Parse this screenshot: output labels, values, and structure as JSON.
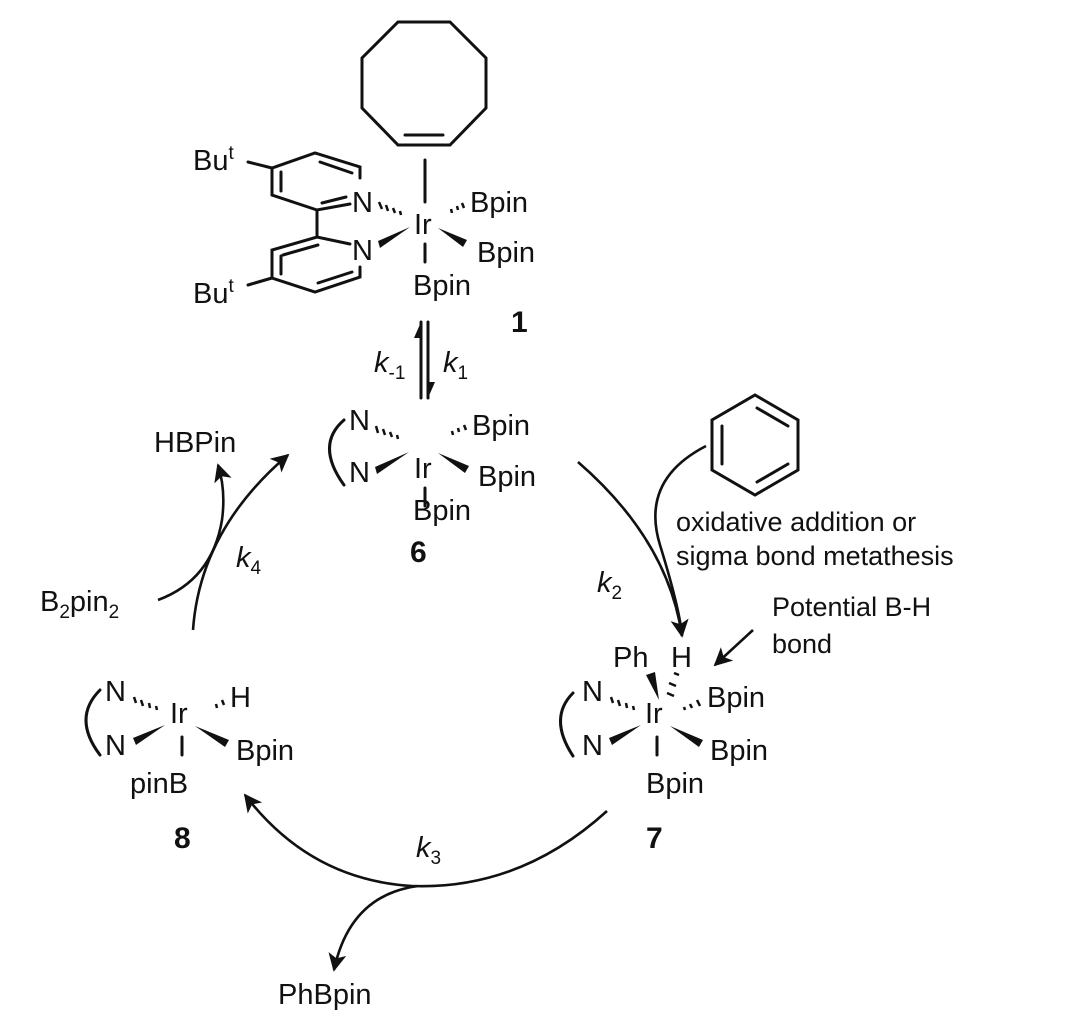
{
  "complex1": {
    "label": "1",
    "metal": "Ir",
    "n_top": "N",
    "n_bottom": "N",
    "bpin_1": "Bpin",
    "bpin_2": "Bpin",
    "bpin_3": "Bpin",
    "but_top": "Bu",
    "but_top_sup": "t",
    "but_bottom": "Bu",
    "but_bottom_sup": "t"
  },
  "equilibrium": {
    "k_minus1": "k",
    "k_minus1_sub": "-1",
    "k1": "k",
    "k1_sub": "1"
  },
  "complex6": {
    "label": "6",
    "metal": "Ir",
    "n_top": "N",
    "n_bottom": "N",
    "bpin_1": "Bpin",
    "bpin_2": "Bpin",
    "bpin_3": "Bpin"
  },
  "complex7": {
    "label": "7",
    "metal": "Ir",
    "n_top": "N",
    "n_bottom": "N",
    "ph": "Ph",
    "h": "H",
    "bpin_1": "Bpin",
    "bpin_2": "Bpin",
    "bpin_3": "Bpin"
  },
  "complex8": {
    "label": "8",
    "metal": "Ir",
    "n_top": "N",
    "n_bottom": "N",
    "h": "H",
    "bpin": "Bpin",
    "pinb": "pinB"
  },
  "steps": {
    "k2": "k",
    "k2_sub": "2",
    "k3": "k",
    "k3_sub": "3",
    "k4": "k",
    "k4_sub": "4"
  },
  "reagents": {
    "hbpin": "HBPin",
    "b2pin2_a": "B",
    "b2pin2_sub1": "2",
    "b2pin2_b": "pin",
    "b2pin2_sub2": "2",
    "phbpin": "PhBpin"
  },
  "annotations": {
    "oxidative_line1": "oxidative addition or",
    "oxidative_line2": "sigma bond metathesis",
    "bh_line1": "Potential B-H",
    "bh_line2": "bond"
  }
}
